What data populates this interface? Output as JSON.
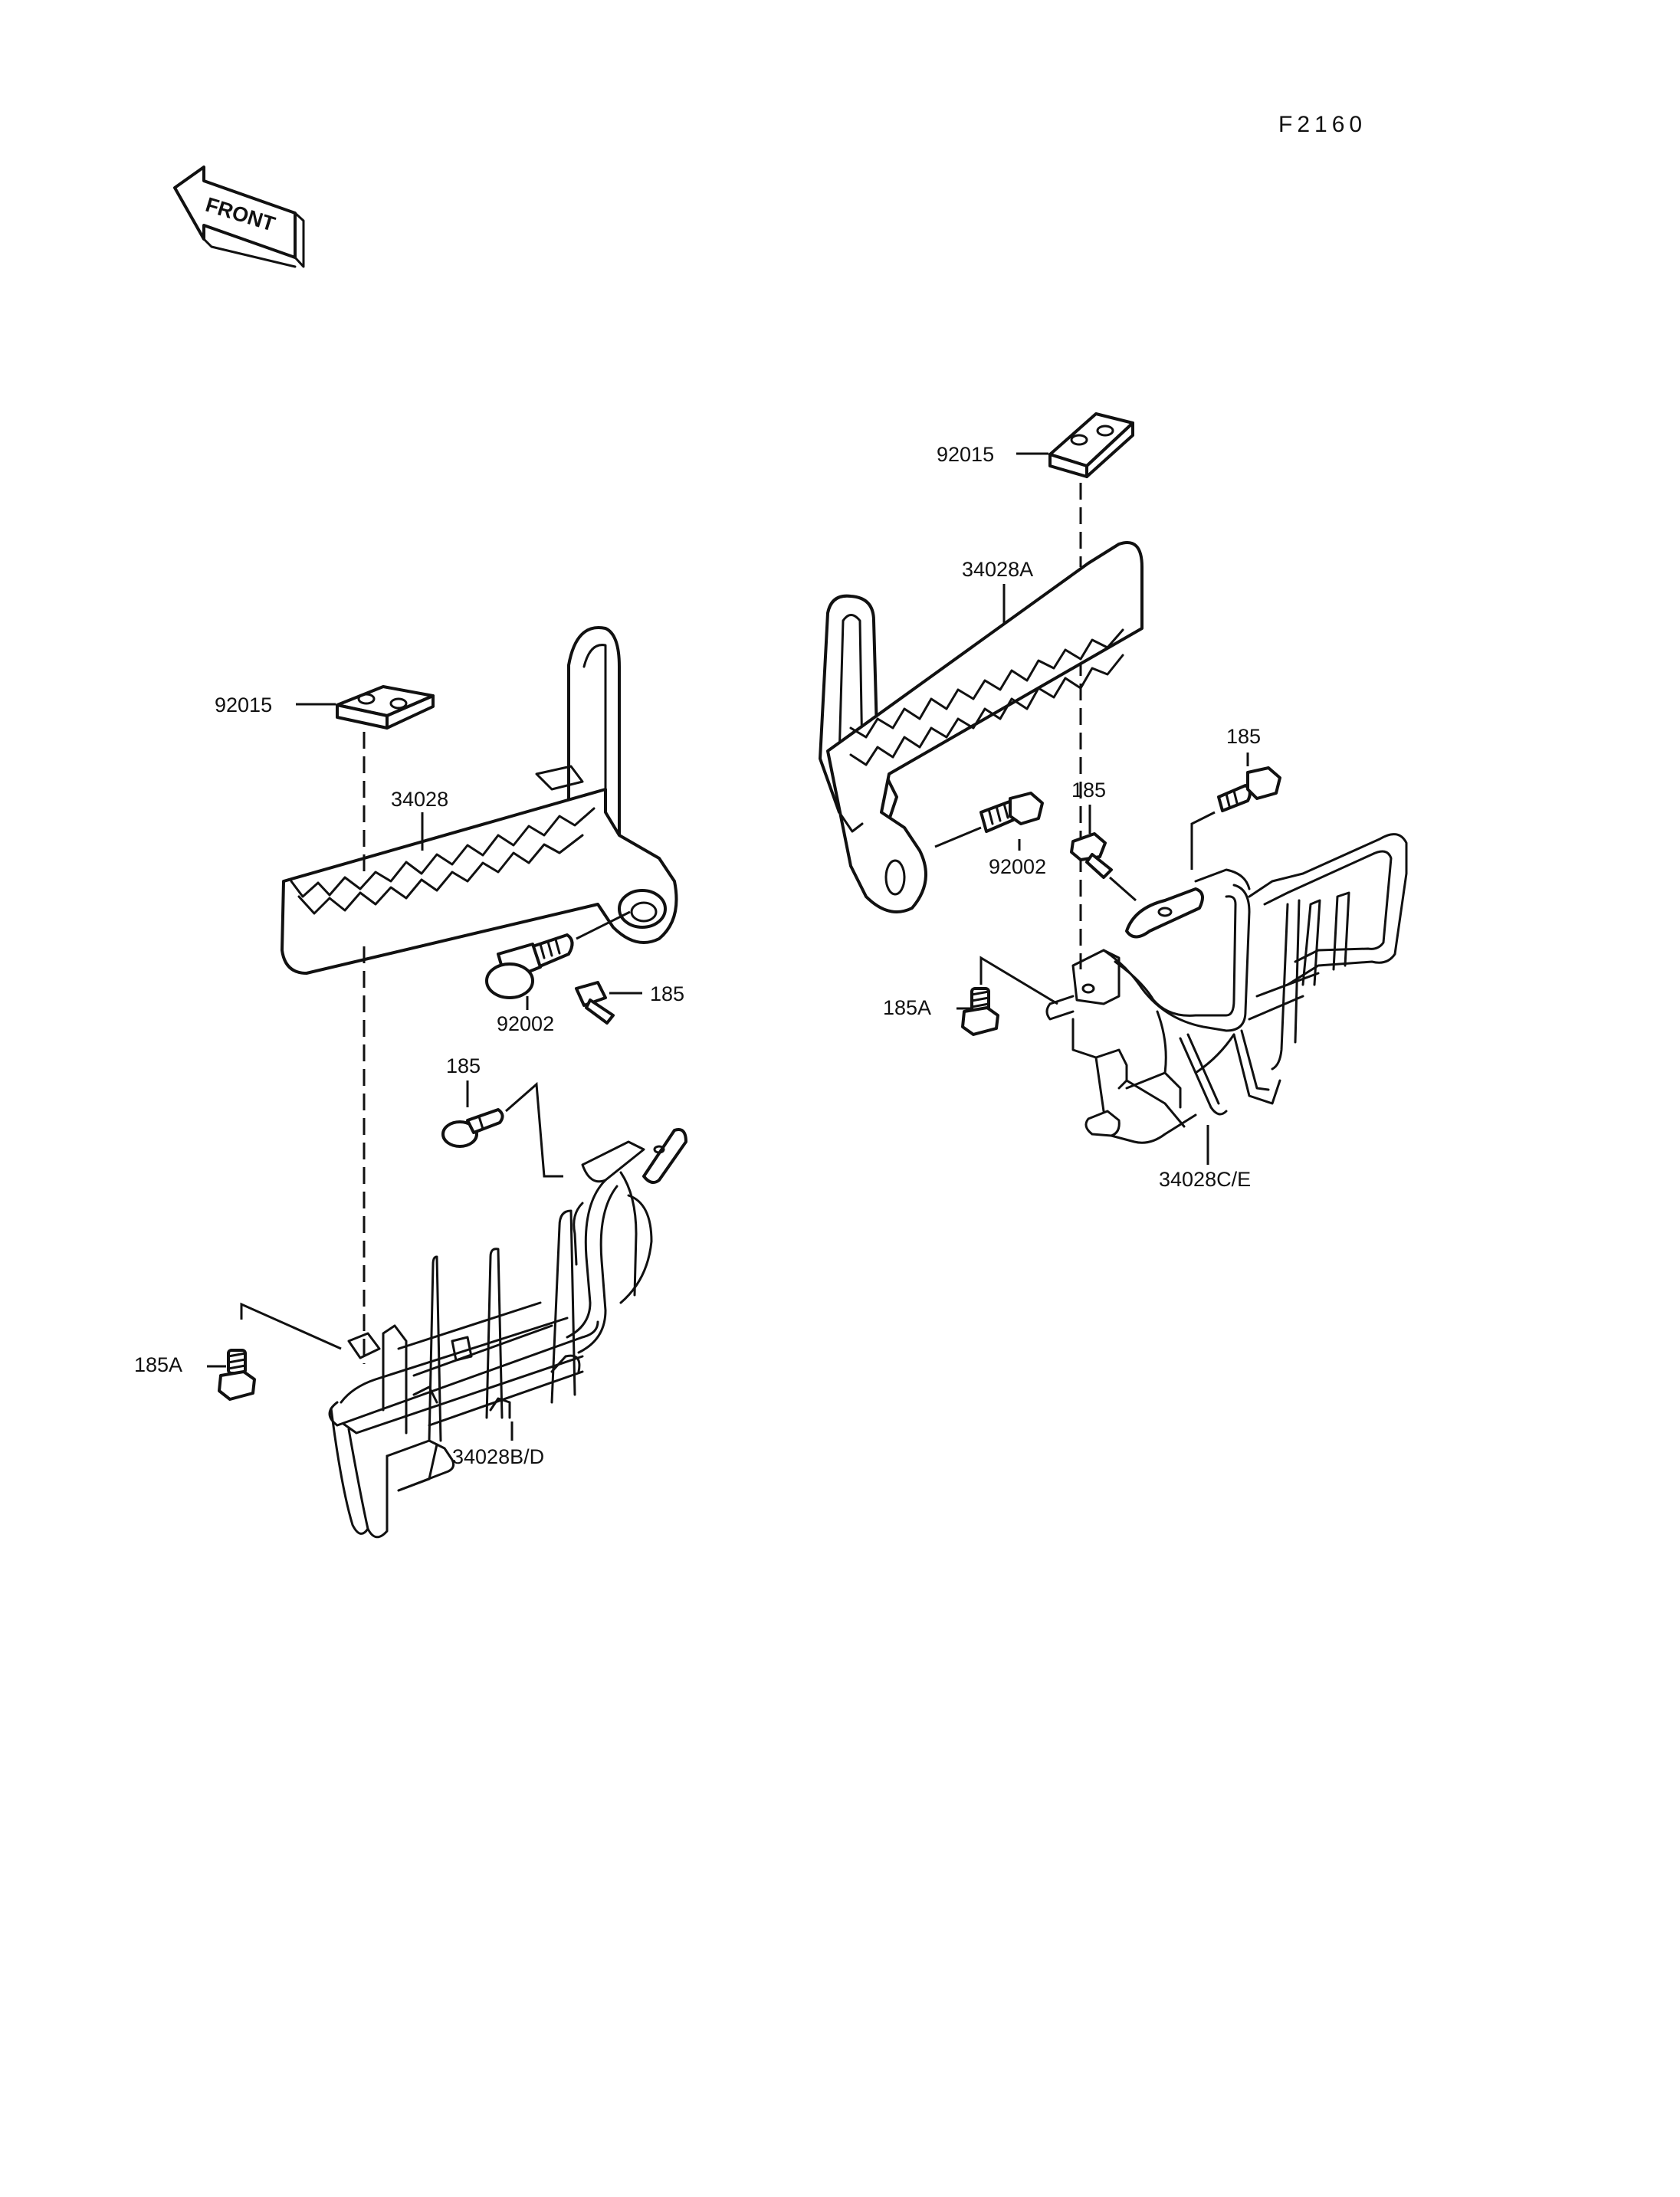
{
  "diagram_code": "F2160",
  "front_label": "FRONT",
  "labels": {
    "left_clamp": "92015",
    "left_footpeg": "34028",
    "left_bolt_92002": "92002",
    "left_bolt_185_upper": "185",
    "left_bolt_185_lower": "185",
    "left_bolt_185a": "185A",
    "left_guard": "34028B/D",
    "right_clamp": "92015",
    "right_footpeg": "34028A",
    "right_bolt_92002": "92002",
    "right_bolt_185_upper": "185",
    "right_bolt_185_lower": "185",
    "right_bolt_185a": "185A",
    "right_guard": "34028C/E"
  }
}
